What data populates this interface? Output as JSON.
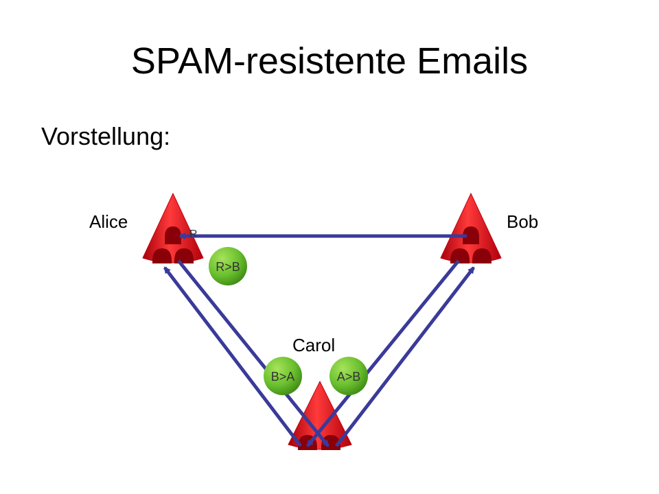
{
  "slide": {
    "title": "SPAM-resistente Emails",
    "subtitle": "Vorstellung:"
  },
  "nodes": {
    "alice": {
      "label": "Alice"
    },
    "bob": {
      "label": "Bob"
    },
    "carol": {
      "label": "Carol"
    }
  },
  "tokens": {
    "alice_r": "R",
    "r_to_b": "R>B",
    "b_to_a": "B>A",
    "a_to_b": "A>B"
  },
  "colors": {
    "cone": "#e0101a",
    "cone_dark": "#a00008",
    "arrow": "#3a3a9a",
    "token": "#6abf2e",
    "token_dark": "#3f8a16"
  }
}
